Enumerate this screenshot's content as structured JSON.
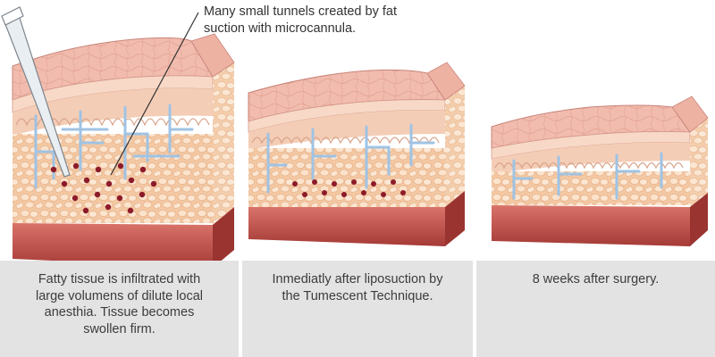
{
  "callout": {
    "line1": "Many small tunnels created by fat",
    "line2": "suction with microcannula."
  },
  "panels": [
    {
      "line1": "Fatty tissue is infiltrated with",
      "line2": "large volumens of dilute local",
      "line3": "anesthia. Tissue becomes",
      "line4": "swollen firm."
    },
    {
      "line1": "Inmediatly after liposuction by",
      "line2": "the Tumescent Technique."
    },
    {
      "line1": "8 weeks after surgery."
    }
  ],
  "colors": {
    "skin_top": "#f0b7a8",
    "epidermis": "#f7d6c6",
    "fat": "#f4c79f",
    "fat_cells": "#fbe6cf",
    "vessels": "#9fc3e4",
    "muscle": "#b84a44",
    "tunnel_dots": "#8c1b2a",
    "caption_bg": "#e3e3e3"
  },
  "icons": [
    "microcannula-icon"
  ]
}
